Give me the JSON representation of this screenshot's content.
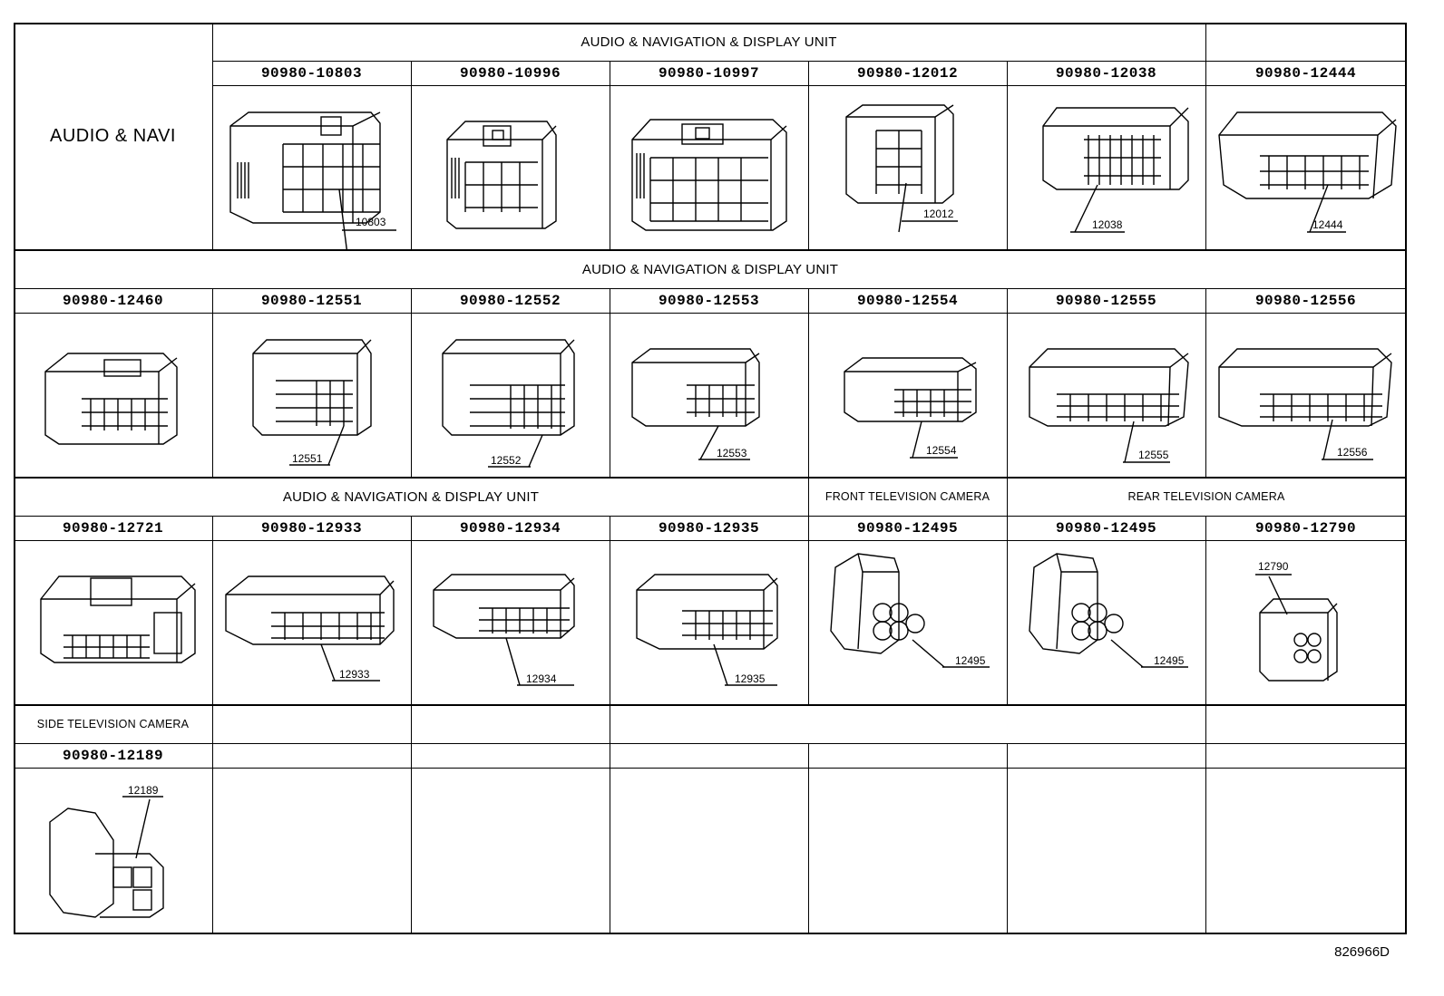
{
  "left_heading": "AUDIO & NAVI",
  "rows": [
    {
      "sections": [
        "AUDIO & NAVIGATION & DISPLAY UNIT",
        ""
      ],
      "parts": [
        "",
        "90980-10803",
        "90980-10996",
        "90980-10997",
        "90980-12012",
        "90980-12038",
        "90980-12444"
      ],
      "callouts": [
        "",
        "10803",
        "",
        "",
        "12012",
        "12038",
        "12444"
      ]
    },
    {
      "sections": [
        "AUDIO & NAVIGATION & DISPLAY UNIT"
      ],
      "parts": [
        "90980-12460",
        "90980-12551",
        "90980-12552",
        "90980-12553",
        "90980-12554",
        "90980-12555",
        "90980-12556"
      ],
      "callouts": [
        "",
        "12551",
        "12552",
        "12553",
        "12554",
        "12555",
        "12556"
      ]
    },
    {
      "sections": [
        "AUDIO & NAVIGATION & DISPLAY UNIT",
        "FRONT TELEVISION CAMERA",
        "REAR TELEVISION CAMERA"
      ],
      "parts": [
        "90980-12721",
        "90980-12933",
        "90980-12934",
        "90980-12935",
        "90980-12495",
        "90980-12495",
        "90980-12790"
      ],
      "callouts": [
        "",
        "12933",
        "12934",
        "12935",
        "12495",
        "12495",
        "12790"
      ]
    },
    {
      "sections": [
        "SIDE TELEVISION CAMERA",
        "",
        "",
        "",
        ""
      ],
      "parts": [
        "90980-12189",
        "",
        "",
        "",
        "",
        "",
        ""
      ],
      "callouts": [
        "12189",
        "",
        "",
        "",
        "",
        "",
        ""
      ]
    }
  ],
  "diagram_id": "826966D"
}
